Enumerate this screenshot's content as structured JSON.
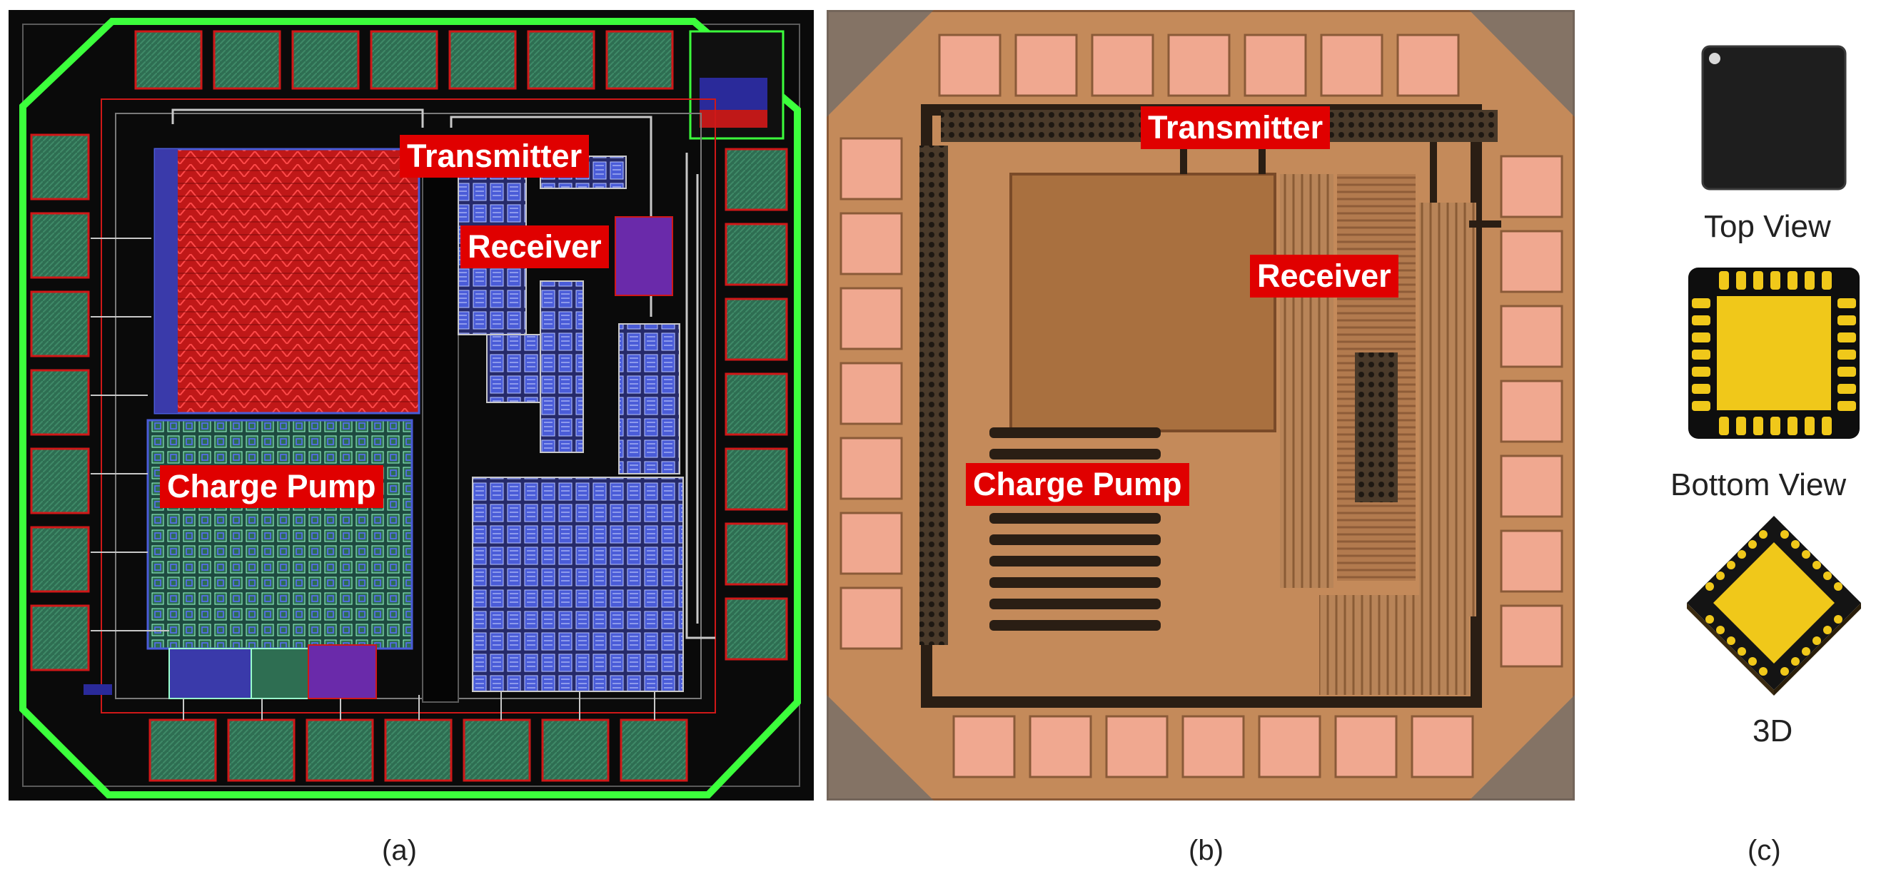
{
  "figure": {
    "panel_a": {
      "caption": "(a)",
      "labels": {
        "transmitter": "Transmitter",
        "receiver": "Receiver",
        "charge_pump": "Charge Pump"
      }
    },
    "panel_b": {
      "caption": "(b)",
      "labels": {
        "transmitter": "Transmitter",
        "receiver": "Receiver",
        "charge_pump": "Charge Pump"
      }
    },
    "panel_c": {
      "caption": "(c)",
      "views": {
        "top": "Top View",
        "bottom": "Bottom View",
        "iso": "3D"
      }
    }
  },
  "colors": {
    "layout_bg": "#0a0a0a",
    "layout_outline": "#3cff3c",
    "metal_red": "#d01818",
    "metal_blue": "#4a5cd8",
    "pad_green": "#2e6e52",
    "die_copper": "#c48a5a",
    "pad_pink": "#f0a890",
    "label_red": "#e00000",
    "package_gold": "#f0c81a"
  }
}
